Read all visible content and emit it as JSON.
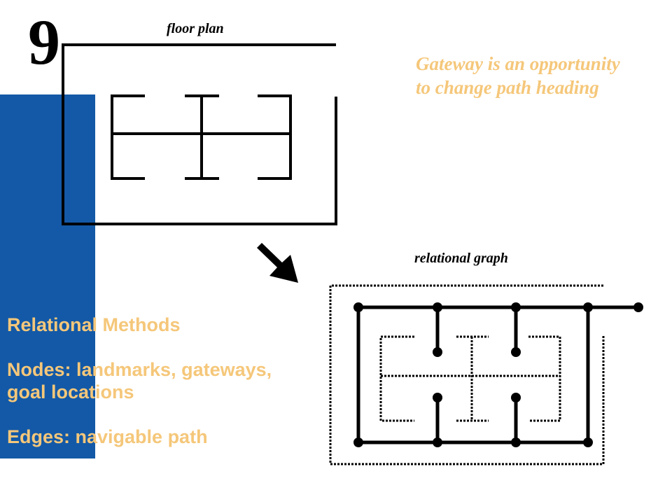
{
  "slide_number": "9",
  "floor_plan": {
    "caption": "floor plan"
  },
  "relational_graph": {
    "caption": "relational graph"
  },
  "gateway_note": {
    "lines": [
      "Gateway is an opportunity",
      "to change path heading"
    ]
  },
  "methods": {
    "title": "Relational Methods",
    "nodes_line1": "Nodes: landmarks, gateways,",
    "nodes_line2": "goal locations",
    "edges": "Edges: navigable path"
  },
  "colors": {
    "accent_blue": "#1359a7",
    "note_text": "#f5c77a",
    "line": "#000000"
  }
}
